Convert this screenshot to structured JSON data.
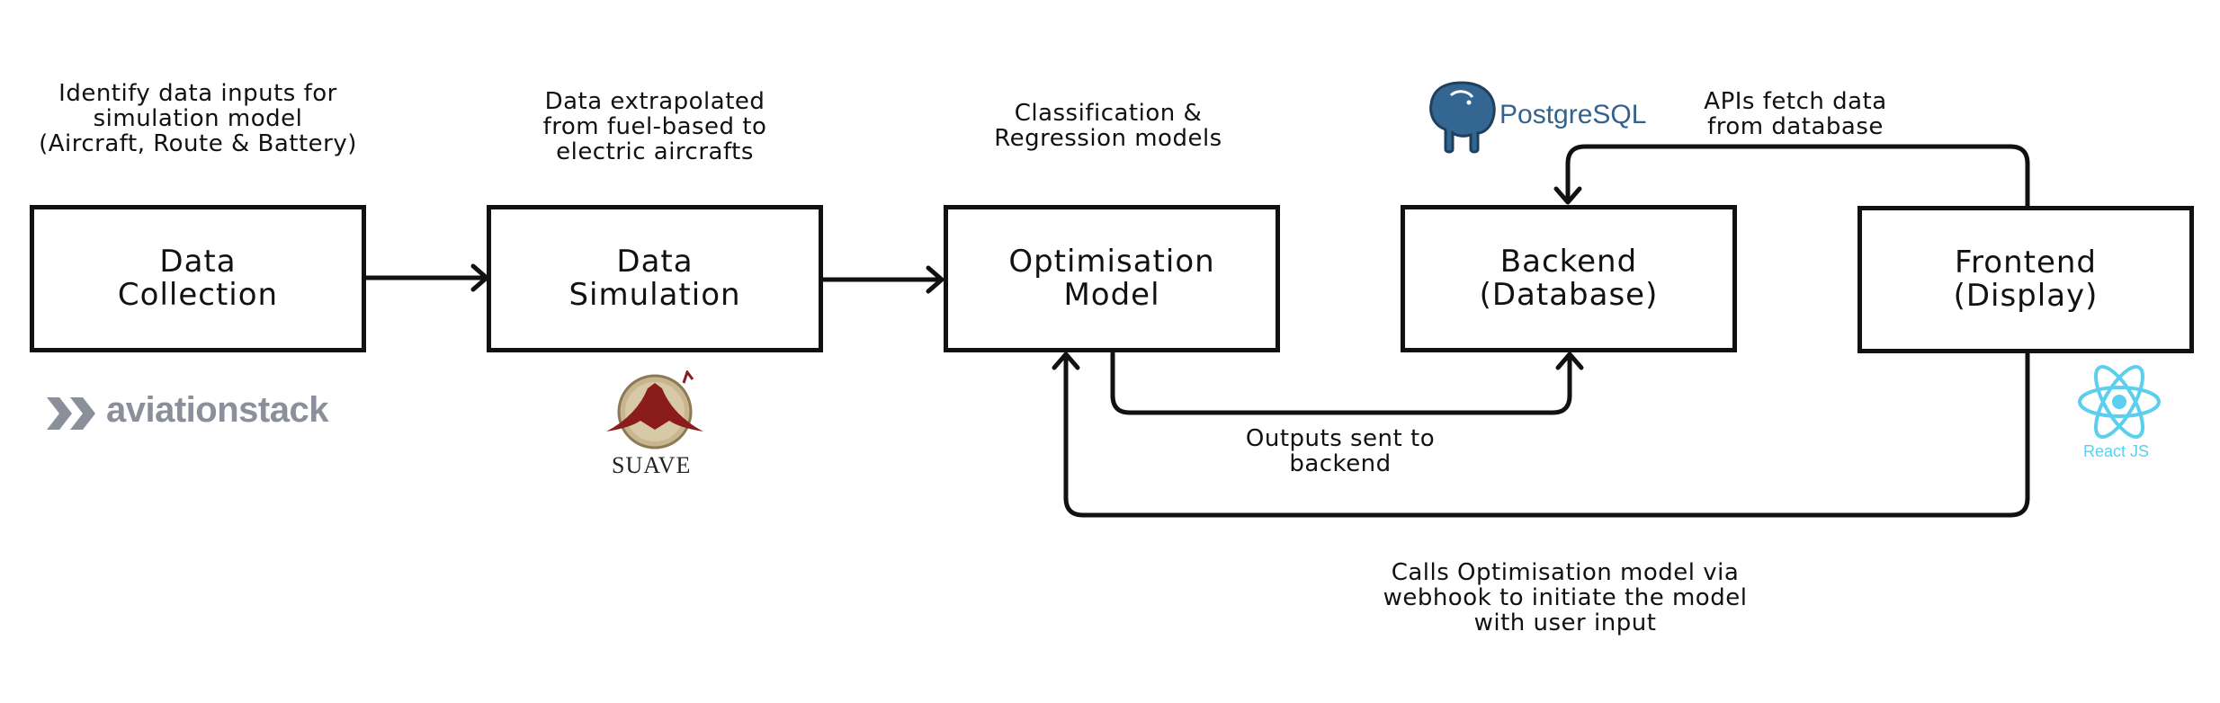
{
  "boxes": {
    "collection": "Data\nCollection",
    "simulation": "Data\nSimulation",
    "optimisation": "Optimisation\nModel",
    "backend": "Backend\n(Database)",
    "frontend": "Frontend\n(Display)"
  },
  "notes": {
    "collection": "Identify data inputs for\nsimulation model\n(Aircraft, Route & Battery)",
    "simulation": "Data extrapolated\nfrom fuel-based to\nelectric aircrafts",
    "optimisation": "Classification &\nRegression models",
    "apis": "APIs fetch data\nfrom database",
    "outputs": "Outputs sent to\nbackend",
    "calls": "Calls Optimisation model via\nwebhook to initiate the model\nwith user input"
  },
  "logos": {
    "aviationstack": "aviationstack",
    "postgres": "PostgreSQL",
    "suave": "SUAVE",
    "react": "React JS"
  },
  "colors": {
    "aviationstack": "#8a8f99",
    "postgres": "#33628f",
    "react": "#5ccfee",
    "suave": "#8b1c1c"
  }
}
